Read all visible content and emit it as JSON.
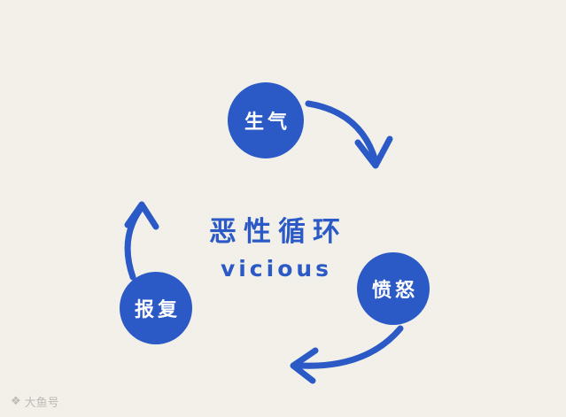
{
  "theme": {
    "background": "#f3f1ea",
    "accent": "#2b5ac6",
    "node_text_color": "#ffffff",
    "watermark_color": "#bcbab4"
  },
  "diagram": {
    "type": "cycle",
    "center_title": "恶性循环",
    "center_subtitle": "vicious",
    "nodes": [
      {
        "label": "生气",
        "position": "top"
      },
      {
        "label": "愤怒",
        "position": "right"
      },
      {
        "label": "报复",
        "position": "bottom-left"
      }
    ],
    "flow": [
      "生气 → 愤怒",
      "愤怒 → 报复",
      "报复 → 生气"
    ]
  },
  "watermark": {
    "icon": "logo-icon",
    "text": "大鱼号"
  }
}
